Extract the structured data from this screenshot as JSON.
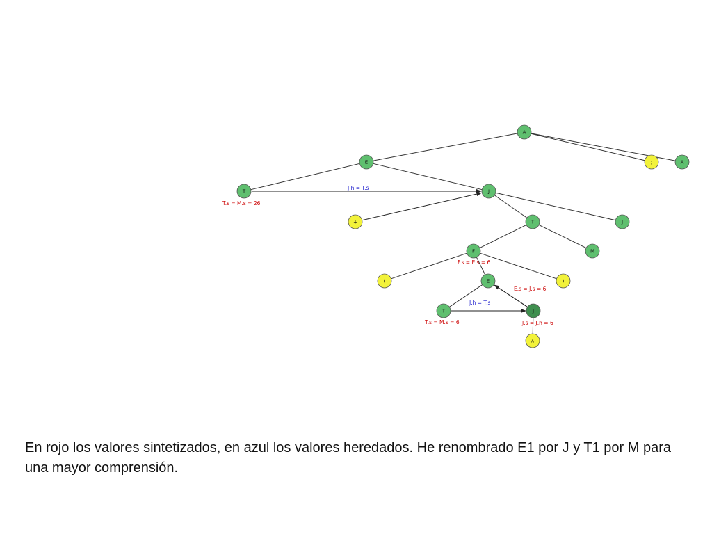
{
  "nodes": {
    "n_A_root": {
      "label": "A",
      "color": "green"
    },
    "n_E_1": {
      "label": "E",
      "color": "green"
    },
    "n_semicolon": {
      "label": ";",
      "color": "yellow"
    },
    "n_A_right": {
      "label": "A",
      "color": "green"
    },
    "n_T_1": {
      "label": "T",
      "color": "green"
    },
    "n_J_1": {
      "label": "J",
      "color": "green"
    },
    "n_plus": {
      "label": "+",
      "color": "yellow"
    },
    "n_T_2": {
      "label": "T",
      "color": "green"
    },
    "n_J_right": {
      "label": "J",
      "color": "green"
    },
    "n_F": {
      "label": "F",
      "color": "green"
    },
    "n_M_right": {
      "label": "M",
      "color": "green"
    },
    "n_lparen": {
      "label": "(",
      "color": "yellow"
    },
    "n_E_2": {
      "label": "E",
      "color": "green"
    },
    "n_rparen": {
      "label": ")",
      "color": "yellow"
    },
    "n_T_3": {
      "label": "T",
      "color": "green"
    },
    "n_J_2": {
      "label": "J",
      "color": "darkgreen"
    },
    "n_lambda": {
      "label": "λ",
      "color": "yellow"
    }
  },
  "annotations": {
    "t1_syn": "T.s = M.s = 26",
    "j1_inh": "J.h = T.s",
    "f_syn": "F.s = E.s = 6",
    "e2_syn": "E.s = J.s = 6",
    "j2_inh": "J.h = T.s",
    "t3_syn": "T.s = M.s = 6",
    "j2_syn": "J.s = J.h = 6"
  },
  "caption": "En rojo los valores sintetizados, en azul los valores heredados. He renombrado E1 por J y T1 por M para una mayor comprensión.",
  "colors": {
    "green": "#5fbf6f",
    "darkgreen": "#3f8f4f",
    "yellow": "#f2f23a",
    "synthesized": "#cc0000",
    "inherited": "#1a1acc"
  }
}
